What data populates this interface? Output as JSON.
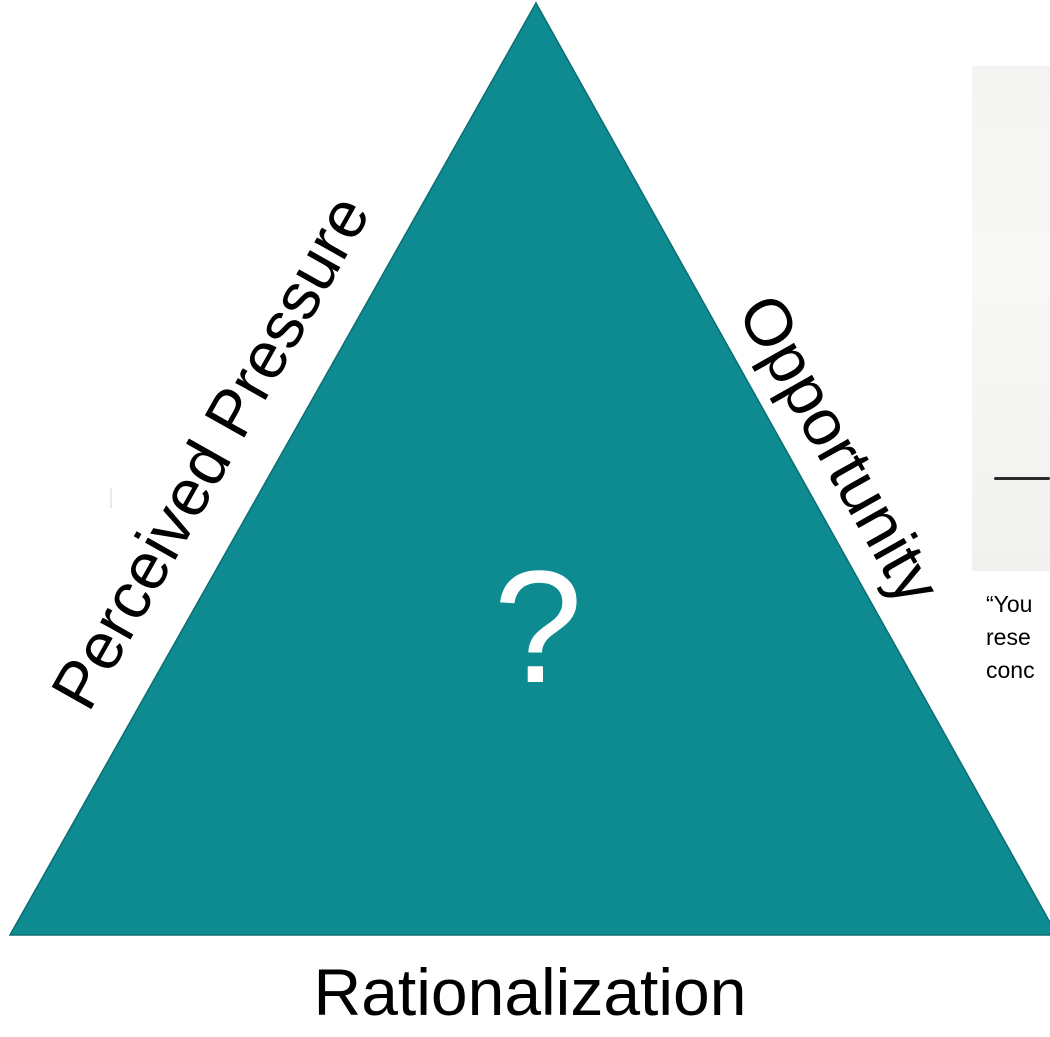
{
  "diagram": {
    "center_mark": "?",
    "left_side_label": "Perceived Pressure",
    "right_side_label": "Opportunity",
    "base_label": "Rationalization",
    "triangle_color": "#0e8b91",
    "triangle_stroke": "#0b6e73"
  },
  "side_panel": {
    "quote_lines": [
      "“You",
      "rese",
      "conc"
    ]
  }
}
